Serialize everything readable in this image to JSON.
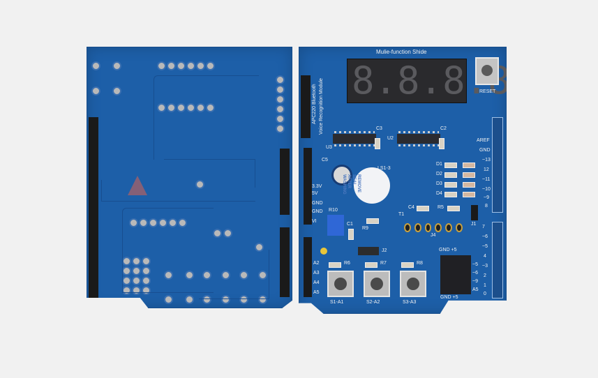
{
  "photo": {
    "subject": "Arduino Multi-function Shield, back and front view",
    "background_color": "#f1f1f1",
    "board_color": "#1d5fa8"
  },
  "front": {
    "title": "Mulie-function Shide",
    "display_digits": [
      "8.",
      "8.",
      "8.",
      "8."
    ],
    "reset_label": "RESET",
    "bluetooth_label_1": "APC220 Bluetooth",
    "bluetooth_label_2": "Voice Recognition Module",
    "chips": [
      "U3",
      "U2"
    ],
    "caps": [
      "C3",
      "C2",
      "C5",
      "C4",
      "C1"
    ],
    "leds": [
      "D1",
      "D2",
      "D3",
      "D4"
    ],
    "buzzer_label": "LS1-3",
    "buzzer_sticker": "REMOVE\nSEAL\nAFTER\nWASHING",
    "resistors": [
      "R5",
      "R9",
      "R10",
      "R6",
      "R7",
      "R8"
    ],
    "transistor": "T1",
    "jumpers": [
      "J1",
      "J2",
      "J4"
    ],
    "power_labels": [
      "3.3V",
      "5V",
      "GND",
      "GND",
      "VI"
    ],
    "analog_labels": [
      "A2",
      "A3",
      "A4",
      "A5"
    ],
    "digital_labels_top": [
      "AREF",
      "GND",
      "~13",
      "12",
      "~11",
      "~10",
      "~9",
      "8"
    ],
    "digital_labels_bottom": [
      "7",
      "~6",
      "~5",
      "4",
      "~3",
      "2",
      "1",
      "0"
    ],
    "servo_header_top": "GND +5",
    "servo_header_bottom": "GND +5",
    "servo_labels": [
      "~5",
      "~6",
      "~9",
      "A5"
    ],
    "buttons": [
      "S1-A1",
      "S2-A2",
      "S3-A3"
    ]
  }
}
